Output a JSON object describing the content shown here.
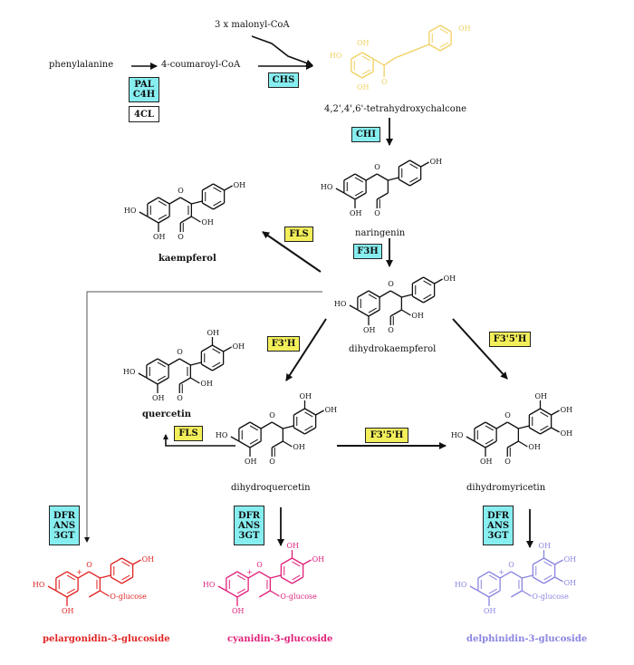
{
  "colors": {
    "enzyme_cyan": "#87eef0",
    "enzyme_yellow": "#f3ef5a",
    "enzyme_white": "#ffffff",
    "chalcone": "#f0d060",
    "pelargonidin": "#e02424",
    "cyanidin": "#e0207a",
    "delphinidin": "#8a85e0",
    "bond": "#111111"
  },
  "metabolites": {
    "phenylalanine": "phenylalanine",
    "coumaroyl_coa": "4-coumaroyl-CoA",
    "malonyl_coa": "3 x malonyl-CoA",
    "chalcone": "4,2',4',6'-tetrahydroxychalcone",
    "naringenin": "naringenin",
    "kaempferol": "kaempferol",
    "dihydrokaempferol": "dihydrokaempferol",
    "quercetin": "quercetin",
    "dihydroquercetin": "dihydroquercetin",
    "dihydromyricetin": "dihydromyricetin",
    "pelargonidin": "pelargonidin-3-glucoside",
    "cyanidin": "cyanidin-3-glucoside",
    "delphinidin": "delphinidin-3-glucoside"
  },
  "enzymes": {
    "pal": "PAL",
    "c4h": "C4H",
    "cl4": "4CL",
    "chs": "CHS",
    "chi": "CHI",
    "f3h": "F3H",
    "fls_1": "FLS",
    "fls_2": "FLS",
    "f3ph": "F3'H",
    "f35h_1": "F3'5'H",
    "f35h_2": "F3'5'H",
    "dfr": "DFR",
    "ans": "ANS",
    "gt3": "3GT"
  },
  "atoms": {
    "oh": "OH",
    "ho": "HO",
    "o": "O",
    "plus": "+",
    "o_glucose": "O-glucose"
  }
}
